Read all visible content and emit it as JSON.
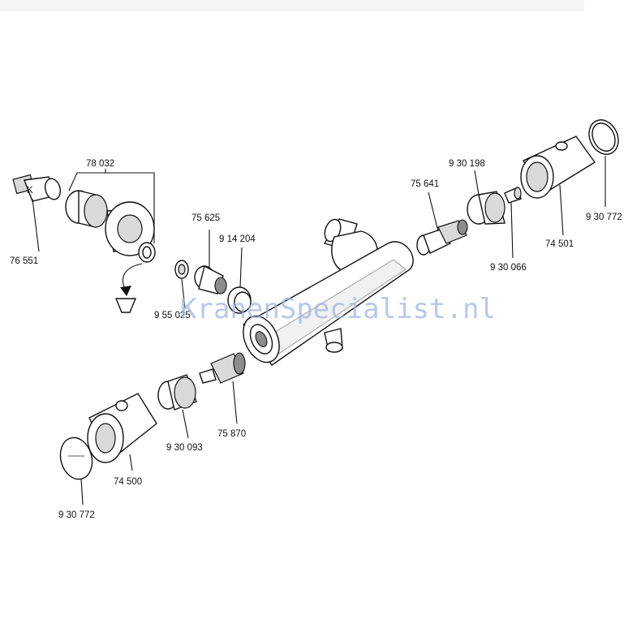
{
  "watermark": {
    "part1": "KranenSpecialist",
    "part2": ".nl"
  },
  "part_labels": {
    "p78032": "78 032",
    "p76551": "76 551",
    "p75625": "75 625",
    "p914204": "9 14 204",
    "p955025": "9 55 025",
    "p75641": "75 641",
    "p930198": "9 30 198",
    "p930066": "9 30 066",
    "p74501": "74 501",
    "p930772_right": "9 30 772",
    "p75870": "75 870",
    "p930093": "9 30 093",
    "p74500": "74 500",
    "p930772_left": "9 30 772"
  },
  "markings": {
    "connector_letter": "K"
  },
  "colors": {
    "watermark_blue": "#9fb6de",
    "line": "#111111",
    "background": "#ffffff"
  }
}
